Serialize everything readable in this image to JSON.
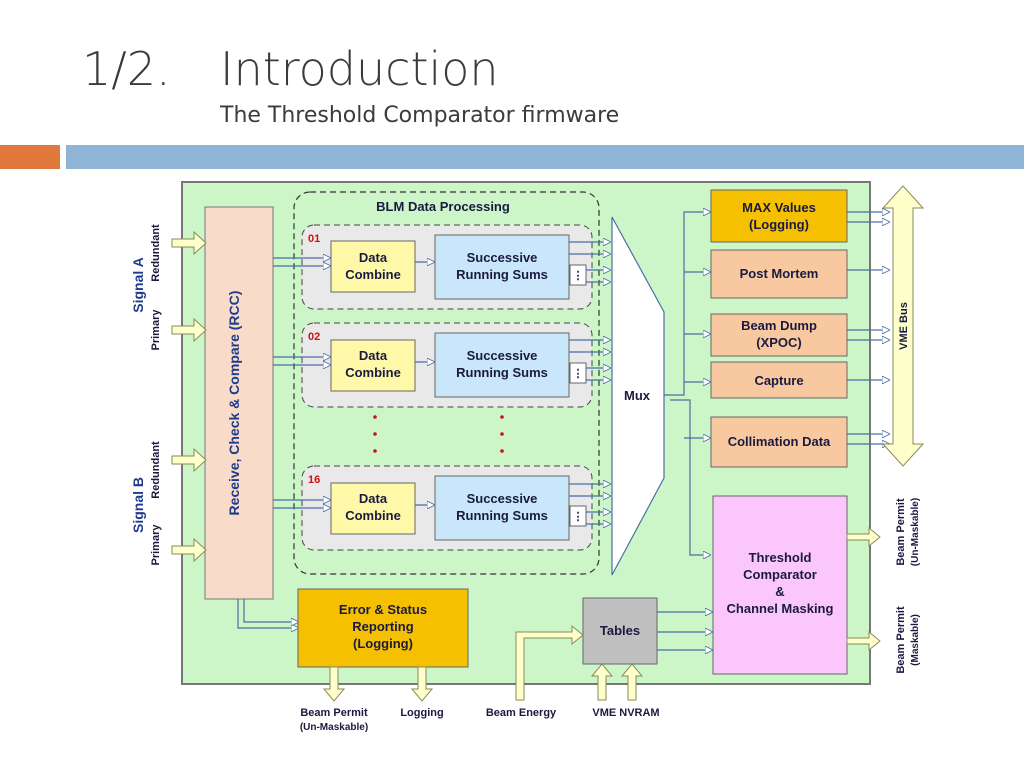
{
  "slide": {
    "number": "1/2.",
    "title": "Introduction",
    "subtitle": "The Threshold Comparator firmware"
  },
  "diagram": {
    "processing_title": "BLM Data Processing",
    "rcc_label": "Receive, Check & Compare (RCC)",
    "signal_a": "Signal A",
    "signal_b": "Signal B",
    "redundant": "Redundant",
    "primary": "Primary",
    "channels": [
      {
        "id": "01",
        "combine": [
          "Data",
          "Combine"
        ],
        "sums": [
          "Successive",
          "Running Sums"
        ]
      },
      {
        "id": "02",
        "combine": [
          "Data",
          "Combine"
        ],
        "sums": [
          "Successive",
          "Running Sums"
        ]
      },
      {
        "id": "16",
        "combine": [
          "Data",
          "Combine"
        ],
        "sums": [
          "Successive",
          "Running Sums"
        ]
      }
    ],
    "mux": "Mux",
    "max_values": [
      "MAX Values",
      "(Logging)"
    ],
    "post_mortem": "Post Mortem",
    "beam_dump": [
      "Beam Dump",
      "(XPOC)"
    ],
    "capture": "Capture",
    "collimation": "Collimation Data",
    "threshold": [
      "Threshold",
      "Comparator",
      "&",
      "Channel Masking"
    ],
    "vme_bus": "VME Bus",
    "error_status": [
      "Error & Status",
      "Reporting",
      "(Logging)"
    ],
    "tables": "Tables",
    "beam_permit_right_1": [
      "Beam Permit",
      "(Un-Maskable)"
    ],
    "beam_permit_right_2": [
      "Beam Permit",
      "(Maskable)"
    ],
    "bottom_labels": {
      "beam_permit": "Beam Permit",
      "beam_permit_sub": "(Un-Maskable)",
      "logging": "Logging",
      "beam_energy": "Beam Energy",
      "vme_nvram": "VME NVRAM"
    },
    "colors": {
      "board_bg": "#ccf5c8",
      "rcc_fill": "#f8dcc9",
      "combine_fill": "#fff8a8",
      "sums_fill": "#c9e6fa",
      "max_fill": "#f5c000",
      "orange_fill": "#f8c8a0",
      "threshold_fill": "#fbc6fb",
      "tables_fill": "#c0c0c0",
      "arrow_fill": "#ffffcc"
    }
  }
}
